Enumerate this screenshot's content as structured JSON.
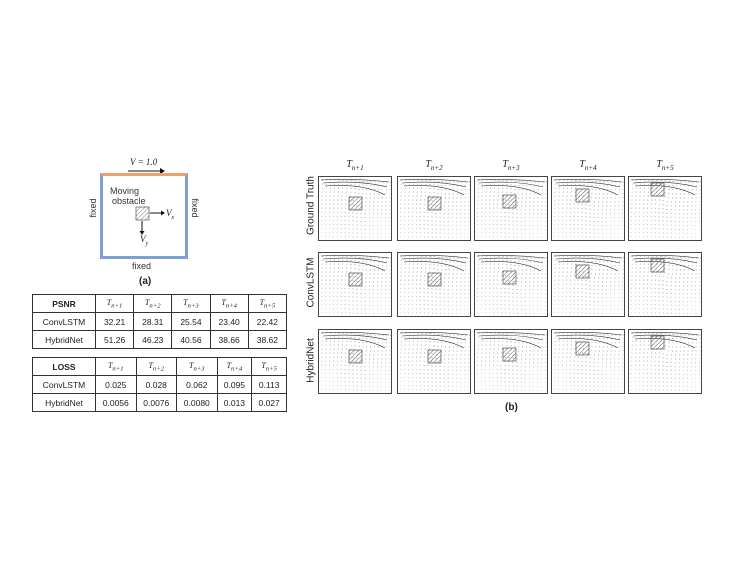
{
  "schematic": {
    "velocity_label": "V = 1.0",
    "left_label": "fixed",
    "right_label": "fixed",
    "bottom_label": "fixed",
    "obstacle_label_1": "Moving",
    "obstacle_label_2": "obstacle",
    "vx_label": "V",
    "vx_sub": "x",
    "vy_label": "V",
    "vy_sub": "y",
    "caption": "(a)"
  },
  "psnr_table": {
    "title": "PSNR",
    "headers": [
      "T",
      "T",
      "T",
      "T",
      "T"
    ],
    "header_subs": [
      "n+1",
      "n+2",
      "n+3",
      "n+4",
      "n+5"
    ],
    "rows": [
      {
        "name": "ConvLSTM",
        "values": [
          "32.21",
          "28.31",
          "25.54",
          "23.40",
          "22.42"
        ]
      },
      {
        "name": "HybridNet",
        "values": [
          "51.26",
          "46.23",
          "40.56",
          "38.66",
          "38.62"
        ]
      }
    ]
  },
  "loss_table": {
    "title": "LOSS",
    "headers": [
      "T",
      "T",
      "T",
      "T",
      "T"
    ],
    "header_subs": [
      "n+1",
      "n+2",
      "n+3",
      "n+4",
      "n+5"
    ],
    "rows": [
      {
        "name": "ConvLSTM",
        "values": [
          "0.025",
          "0.028",
          "0.062",
          "0.095",
          "0.113"
        ]
      },
      {
        "name": "HybridNet",
        "values": [
          "0.0056",
          "0.0076",
          "0.0080",
          "0.013",
          "0.027"
        ]
      }
    ]
  },
  "grid": {
    "col_heads": [
      "T",
      "T",
      "T",
      "T",
      "T"
    ],
    "col_subs": [
      "n+1",
      "n+2",
      "n+3",
      "n+4",
      "n+5"
    ],
    "row_heads": [
      "Ground Truth",
      "ConvLSTM",
      "HybridNet"
    ],
    "caption": "(b)"
  }
}
